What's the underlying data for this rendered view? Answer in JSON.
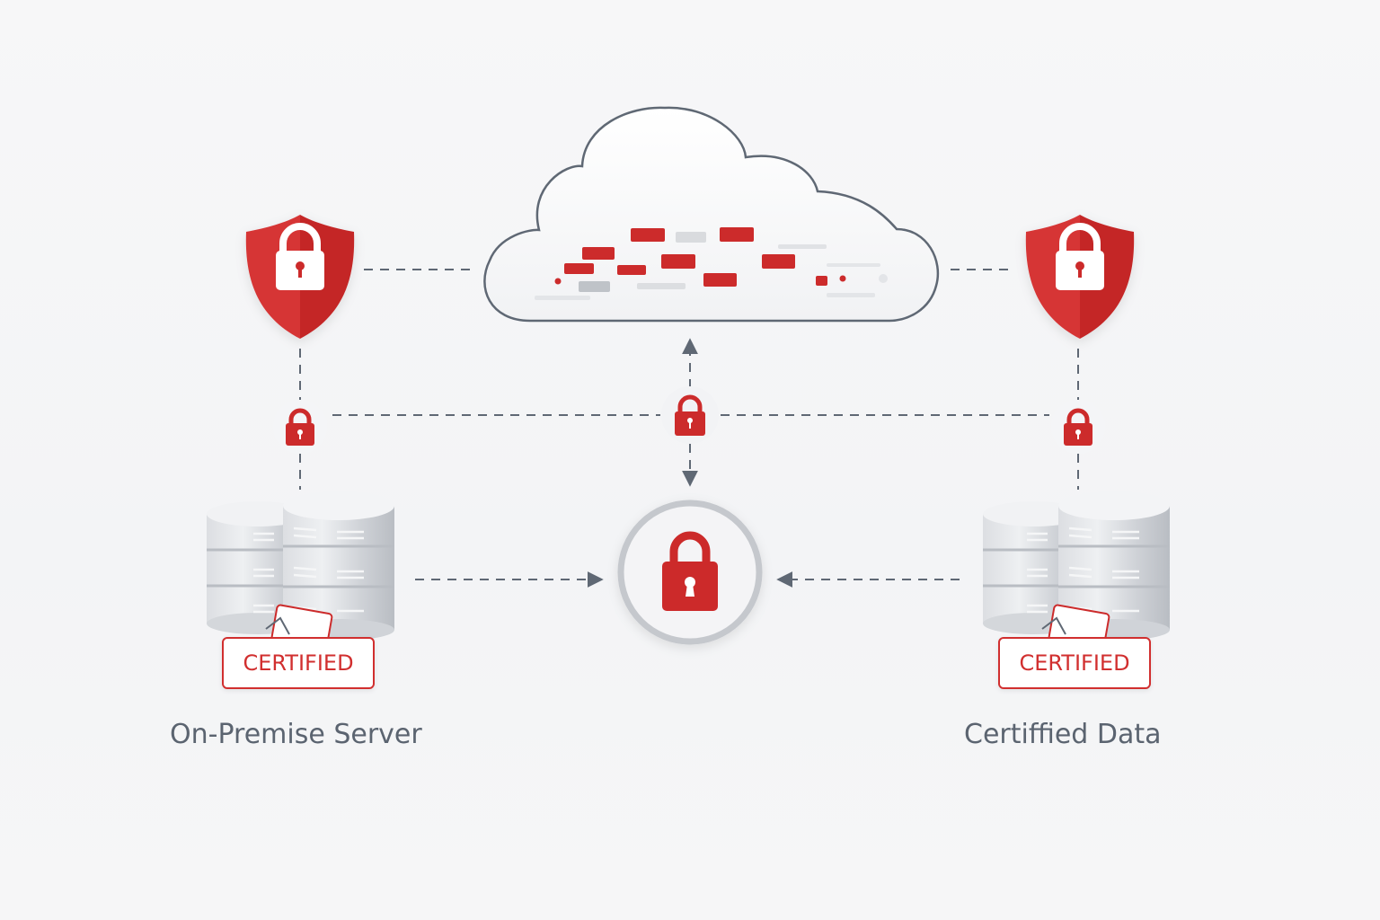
{
  "colors": {
    "accent_red": "#cc2b2b",
    "line_gray": "#5f6874",
    "server_gray": "#c9ccd1",
    "text_gray": "#5b6470"
  },
  "nodes": {
    "cloud": {
      "name": "cloud",
      "icon": "cloud-icon"
    },
    "left_shield": {
      "icon": "shield-lock-icon"
    },
    "right_shield": {
      "icon": "shield-lock-icon"
    },
    "left_lock": {
      "icon": "lock-icon"
    },
    "center_lock": {
      "icon": "lock-icon"
    },
    "right_lock": {
      "icon": "lock-icon"
    },
    "hub_lock": {
      "icon": "lock-icon"
    },
    "left_server": {
      "icon": "database-server-icon",
      "badge": "CERTIFIED",
      "label": "On-Premise Server"
    },
    "right_server": {
      "icon": "database-server-icon",
      "badge": "CERTIFIED",
      "label": "Certiffied Data"
    }
  },
  "connections": [
    {
      "from": "left_shield",
      "to": "cloud",
      "style": "dashed"
    },
    {
      "from": "cloud",
      "to": "right_shield",
      "style": "dashed"
    },
    {
      "from": "left_shield",
      "to": "left_lock",
      "style": "dashed"
    },
    {
      "from": "right_shield",
      "to": "right_lock",
      "style": "dashed"
    },
    {
      "from": "left_lock",
      "to": "center_lock",
      "style": "dashed"
    },
    {
      "from": "center_lock",
      "to": "right_lock",
      "style": "dashed"
    },
    {
      "from": "center_lock",
      "to": "cloud",
      "style": "dashed-arrow"
    },
    {
      "from": "center_lock",
      "to": "hub_lock",
      "style": "dashed-arrow"
    },
    {
      "from": "left_lock",
      "to": "left_server",
      "style": "dashed"
    },
    {
      "from": "right_lock",
      "to": "right_server",
      "style": "dashed"
    },
    {
      "from": "left_server",
      "to": "hub_lock",
      "style": "dashed-arrow"
    },
    {
      "from": "right_server",
      "to": "hub_lock",
      "style": "dashed-arrow"
    }
  ]
}
